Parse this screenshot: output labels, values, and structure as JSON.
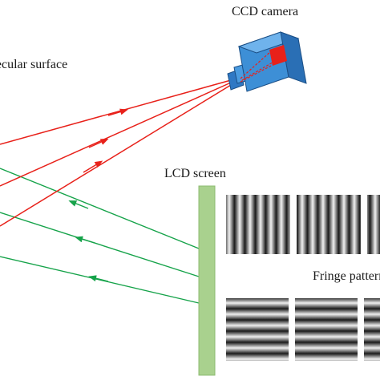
{
  "labels": {
    "surface": "Specular surface",
    "camera": "CCD camera",
    "lcd": "LCD screen",
    "fringe": "Fringe patterns"
  },
  "colors": {
    "red_ray": "#e8211a",
    "green_ray": "#16a34a",
    "lcd_screen": "#a9d18e",
    "camera_body": "#3d8fd6"
  },
  "icons": {
    "camera": "ccd-camera-icon",
    "screen": "lcd-screen-icon"
  }
}
